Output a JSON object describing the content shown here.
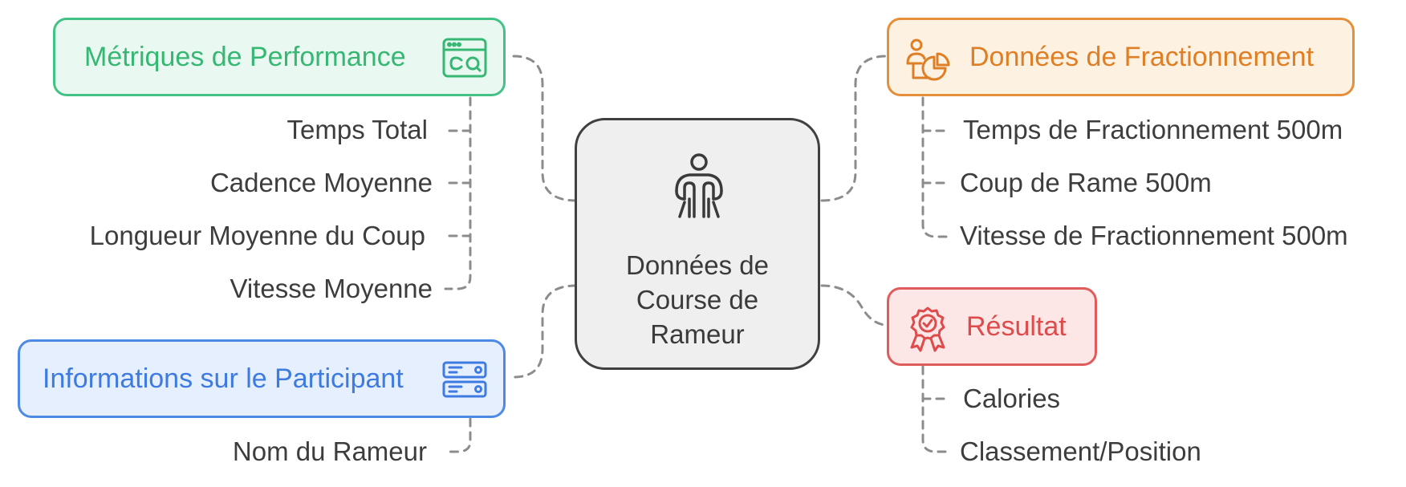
{
  "center": {
    "label": "Données de\nCourse de\nRameur",
    "icon": "rower-person-icon"
  },
  "performance": {
    "title": "Métriques de Performance",
    "icon": "browser-dashboard-icon",
    "color": "#44c285",
    "items": [
      "Temps Total",
      "Cadence Moyenne",
      "Longueur Moyenne du Coup",
      "Vitesse Moyenne"
    ]
  },
  "participant": {
    "title": "Informations sur le Participant",
    "icon": "server-stack-icon",
    "color": "#4d8ae6",
    "items": [
      "Nom du Rameur"
    ]
  },
  "splits": {
    "title": "Données de Fractionnement",
    "icon": "person-pie-chart-icon",
    "color": "#e58f3b",
    "items": [
      "Temps de Fractionnement 500m",
      "Coup de Rame 500m",
      "Vitesse de Fractionnement 500m"
    ]
  },
  "result": {
    "title": "Résultat",
    "icon": "award-ribbon-icon",
    "color": "#e05b5b",
    "items": [
      "Calories",
      "Classement/Position"
    ]
  }
}
